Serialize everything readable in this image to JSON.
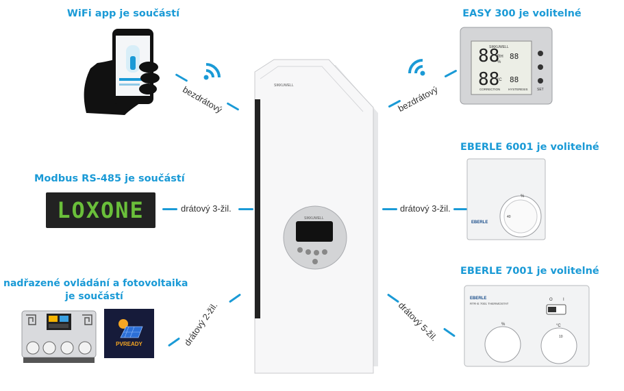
{
  "titles": {
    "wifi_app": "WiFi app je součástí",
    "modbus": "Modbus RS-485 je součástí",
    "overriding_line1": "nadřazené ovládání a fotovoltaika",
    "overriding_line2": "je součástí",
    "easy300": "EASY 300 je volitelné",
    "eberle6001": "EBERLE 6001 je volitelné",
    "eberle7001": "EBERLE 7001 je volitelné"
  },
  "connections": {
    "phone": "bezdrátový",
    "easy300": "bezdrátový",
    "loxone": "drátový 3-žil.",
    "eberle6001": "drátový 3-žil.",
    "board": "drátový 2-žil.",
    "eberle7001": "drátový 5-žil."
  },
  "logos": {
    "loxone": "LOXONE",
    "pvready": "PVREADY",
    "unit_brand": "SIKKUWELL",
    "easy_brand": "SIKKUWELL",
    "eberle_brand": "EBERLE"
  },
  "easy300_display": {
    "rh_unit": "RH",
    "pct": "%",
    "temp_unit": "°C",
    "correction": "CORRECTION",
    "hysteresis": "HYSTERESIS",
    "set": "SET"
  },
  "eberle6001_dial": {
    "unit": "%",
    "mark": "40"
  },
  "eberle7001": {
    "model": "RTR-E 7001 THERMOSTAT",
    "left_dial_unit": "%",
    "right_dial_unit": "°C",
    "right_dial_mark": "10",
    "switch_labels": [
      "O",
      "I"
    ]
  },
  "colors": {
    "accent": "#1a9ad6",
    "loxone_green": "#6abf3a",
    "pv_orange": "#f5a623"
  },
  "icons": [
    "wifi-icon",
    "wifi-icon"
  ]
}
